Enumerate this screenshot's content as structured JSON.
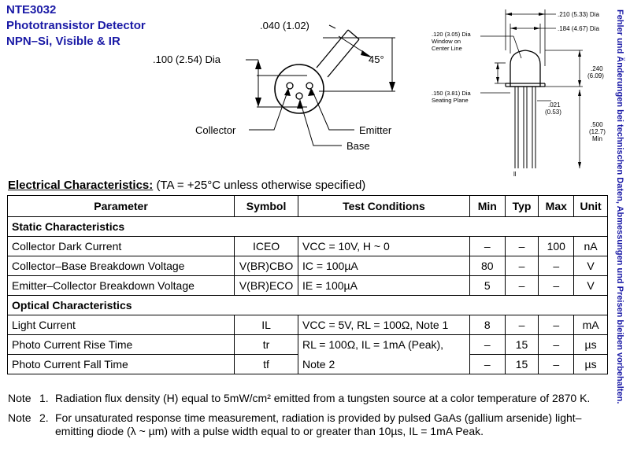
{
  "header": {
    "part_number": "NTE3032",
    "device": "Phototransistor Detector",
    "type": "NPN–Si, Visible & IR"
  },
  "side_note": "Fehler und Änderungen bei technischen Daten, Abmessungen und Preisen bleiben vorbehalten.",
  "diagram_left": {
    "dim_lead": ".040 (1.02)",
    "angle": "45°",
    "dim_circle": ".100 (2.54) Dia",
    "collector": "Collector",
    "emitter": "Emitter",
    "base": "Base"
  },
  "diagram_right": {
    "dim1": ".210 (5.33) Dia",
    "dim2": ".184 (4.67) Dia",
    "window": [
      ".120 (3.05) Dia",
      "Window on",
      "Center Line"
    ],
    "seating": [
      ".150 (3.81) Dia",
      "Seating Plane"
    ],
    "height": [
      ".240",
      "(6.09)"
    ],
    "lead_dia": [
      ".021",
      "(0.53)"
    ],
    "lead_len": [
      ".500",
      "(12.7)",
      "Min"
    ]
  },
  "electrical": {
    "heading": "Electrical Characteristics:",
    "conditions": "(TA = +25°C unless otherwise specified)",
    "columns": [
      "Parameter",
      "Symbol",
      "Test Conditions",
      "Min",
      "Typ",
      "Max",
      "Unit"
    ],
    "static_section": "Static Characteristics",
    "optical_section": "Optical Characteristics",
    "rows": [
      {
        "param": "Collector Dark Current",
        "symbol": "ICEO",
        "cond": "VCC = 10V, H ~ 0",
        "min": "–",
        "typ": "–",
        "max": "100",
        "unit": "nA"
      },
      {
        "param": "Collector–Base Breakdown Voltage",
        "symbol": "V(BR)CBO",
        "cond": "IC = 100µA",
        "min": "80",
        "typ": "–",
        "max": "–",
        "unit": "V"
      },
      {
        "param": "Emitter–Collector Breakdown Voltage",
        "symbol": "V(BR)ECO",
        "cond": "IE = 100µA",
        "min": "5",
        "typ": "–",
        "max": "–",
        "unit": "V"
      },
      {
        "param": "Light Current",
        "symbol": "IL",
        "cond": "VCC = 5V, RL = 100Ω, Note 1",
        "min": "8",
        "typ": "–",
        "max": "–",
        "unit": "mA"
      },
      {
        "param": "Photo Current Rise Time",
        "symbol": "tr",
        "cond": "RL = 100Ω, IL = 1mA (Peak),",
        "min": "–",
        "typ": "15",
        "max": "–",
        "unit": "µs"
      },
      {
        "param": "Photo Current Fall Time",
        "symbol": "tf",
        "cond": "Note 2",
        "min": "–",
        "typ": "15",
        "max": "–",
        "unit": "µs"
      }
    ]
  },
  "notes": [
    {
      "label": "Note",
      "num": "1.",
      "text": "Radiation flux density (H) equal to 5mW/cm² emitted from a tungsten source at a color temperature of 2870 K."
    },
    {
      "label": "Note",
      "num": "2.",
      "text": "For unsaturated response time measurement, radiation is provided by pulsed GaAs (gallium arsenide) light–emitting diode (λ ~ µm) with a pulse width equal to or greater than 10µs, IL = 1mA Peak."
    }
  ]
}
